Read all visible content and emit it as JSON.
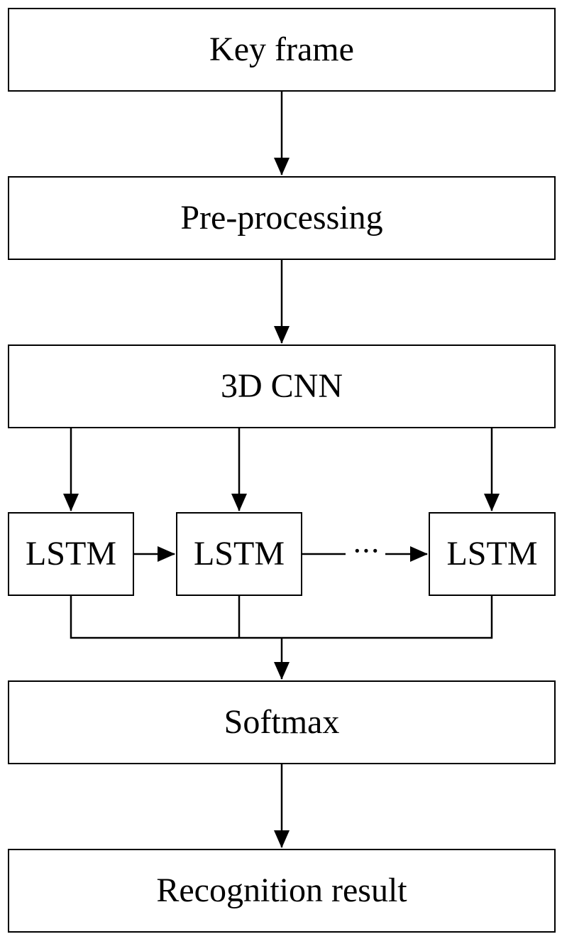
{
  "diagram": {
    "nodes": {
      "key_frame": "Key frame",
      "preprocessing": "Pre-processing",
      "cnn": "3D CNN",
      "lstm_1": "LSTM",
      "lstm_2": "LSTM",
      "lstm_3": "LSTM",
      "softmax": "Softmax",
      "result": "Recognition result"
    },
    "ellipsis": "···",
    "edges": [
      [
        "key_frame",
        "preprocessing"
      ],
      [
        "preprocessing",
        "cnn"
      ],
      [
        "cnn",
        "lstm_1"
      ],
      [
        "cnn",
        "lstm_2"
      ],
      [
        "cnn",
        "lstm_3"
      ],
      [
        "lstm_1",
        "lstm_2"
      ],
      [
        "lstm_2",
        "lstm_3"
      ],
      [
        "lstm_1",
        "softmax"
      ],
      [
        "lstm_2",
        "softmax"
      ],
      [
        "lstm_3",
        "softmax"
      ],
      [
        "softmax",
        "result"
      ]
    ],
    "colors": {
      "stroke": "#000000",
      "background": "#ffffff"
    }
  }
}
